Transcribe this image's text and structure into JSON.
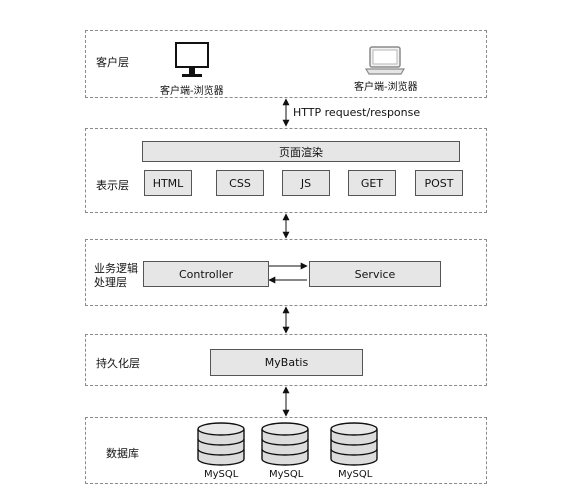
{
  "layers": {
    "client": {
      "label": "客户层",
      "left_caption": "客户端-浏览器",
      "right_caption": "客户端-浏览器"
    },
    "presentation": {
      "label": "表示层",
      "banner": "页面渲染",
      "items": [
        "HTML",
        "CSS",
        "JS",
        "GET",
        "POST"
      ]
    },
    "business": {
      "label_line1": "业务逻辑",
      "label_line2": "处理层",
      "controller": "Controller",
      "service": "Service"
    },
    "persistence": {
      "label": "持久化层",
      "mybatis": "MyBatis"
    },
    "database": {
      "label": "数据库",
      "dbs": [
        "MySQL",
        "MySQL",
        "MySQL"
      ]
    }
  },
  "connector_label": "HTTP request/response",
  "icons": [
    "desktop-monitor-icon",
    "laptop-icon",
    "database-cylinder-icon"
  ]
}
